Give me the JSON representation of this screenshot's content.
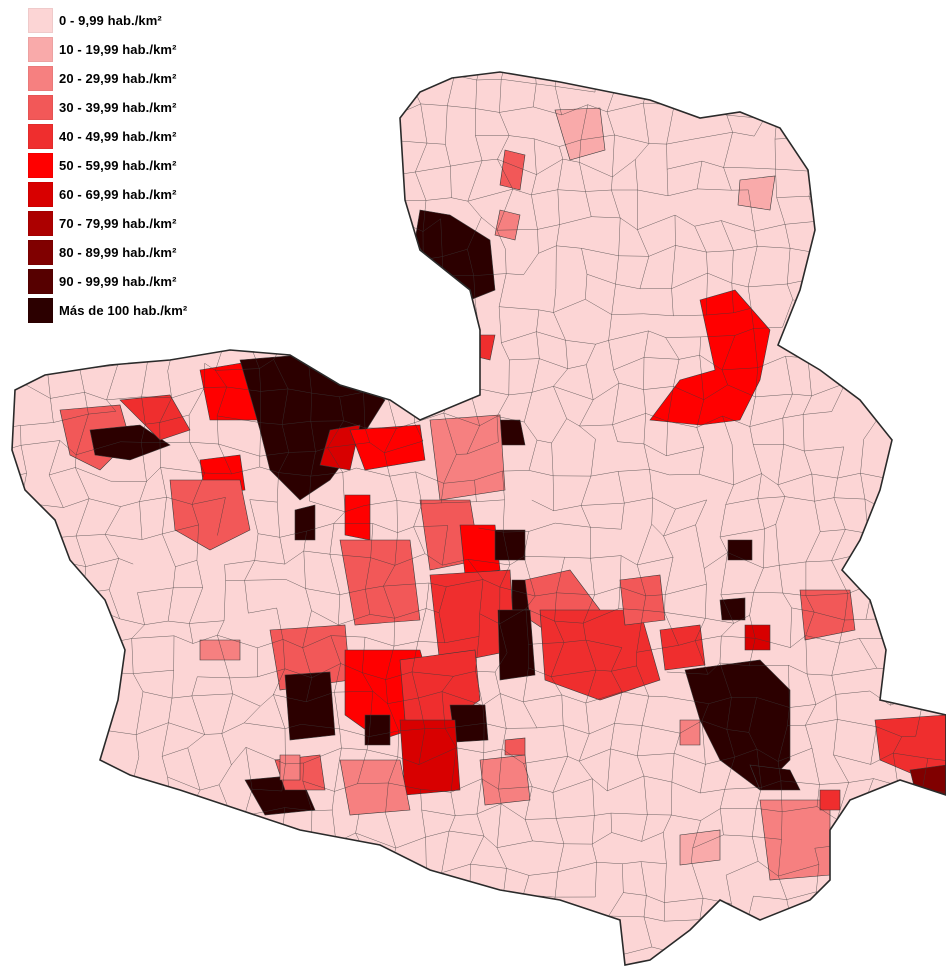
{
  "legend": {
    "items": [
      {
        "label": "0 - 9,99 hab./km²",
        "color": "#fcd5d5"
      },
      {
        "label": "10 - 19,99 hab./km²",
        "color": "#f9aaaa"
      },
      {
        "label": "20 - 29,99 hab./km²",
        "color": "#f68080"
      },
      {
        "label": "30 - 39,99 hab./km²",
        "color": "#f25858"
      },
      {
        "label": "40 - 49,99 hab./km²",
        "color": "#ef2e2e"
      },
      {
        "label": "50 - 59,99 hab./km²",
        "color": "#ff0000"
      },
      {
        "label": "60 - 69,99 hab./km²",
        "color": "#d80000"
      },
      {
        "label": "70 - 79,99 hab./km²",
        "color": "#ac0000"
      },
      {
        "label": "80 - 89,99 hab./km²",
        "color": "#800000"
      },
      {
        "label": "90 - 99,99 hab./km²",
        "color": "#560000"
      },
      {
        "label": "Más de 100 hab./km²",
        "color": "#2c0000"
      }
    ]
  },
  "colors": {
    "border": "#3a3a3a",
    "background": "#ffffff"
  }
}
